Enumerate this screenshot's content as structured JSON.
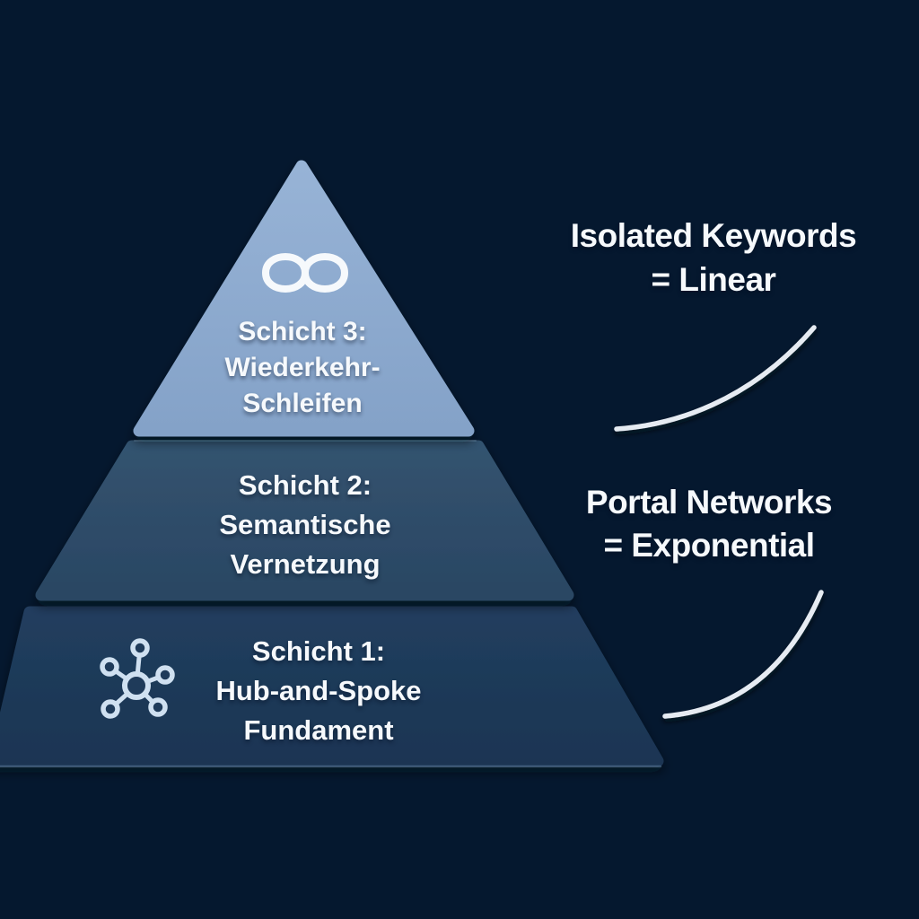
{
  "colors": {
    "background": "#05182F",
    "layer3_top": "#97B3D6",
    "layer3_bottom": "#84A2C8",
    "layer2_top": "#33536F",
    "layer2_bottom": "#2A4663",
    "layer1_top": "#213E5E",
    "layer1_bottom": "#1B3553",
    "text": "#F6F9FC",
    "curve": "#E6EBF2",
    "infinity_icon": "#F6F9FC",
    "hub_icon": "#CFE0F0",
    "hub_icon_fill": "#1F3B5A",
    "edge_highlight": "rgba(150,185,220,0.30)"
  },
  "pyramid": {
    "layers": [
      {
        "id": "layer-3",
        "icon": "infinity-icon",
        "lines": [
          "Schicht 3:",
          "Wiederkehr-",
          "Schleifen"
        ]
      },
      {
        "id": "layer-2",
        "icon": null,
        "lines": [
          "Schicht 2:",
          "Semantische",
          "Vernetzung"
        ]
      },
      {
        "id": "layer-1",
        "icon": "hub-and-spoke-icon",
        "lines": [
          "Schicht 1:",
          "Hub-and-Spoke",
          "Fundament"
        ]
      }
    ]
  },
  "annotations": [
    {
      "id": "isolated-keywords",
      "lines": [
        "Isolated Keywords",
        "= Linear"
      ],
      "curve": "growth-curve-shallow"
    },
    {
      "id": "portal-networks",
      "lines": [
        "Portal Networks",
        "= Exponential"
      ],
      "curve": "growth-curve-steep"
    }
  ]
}
